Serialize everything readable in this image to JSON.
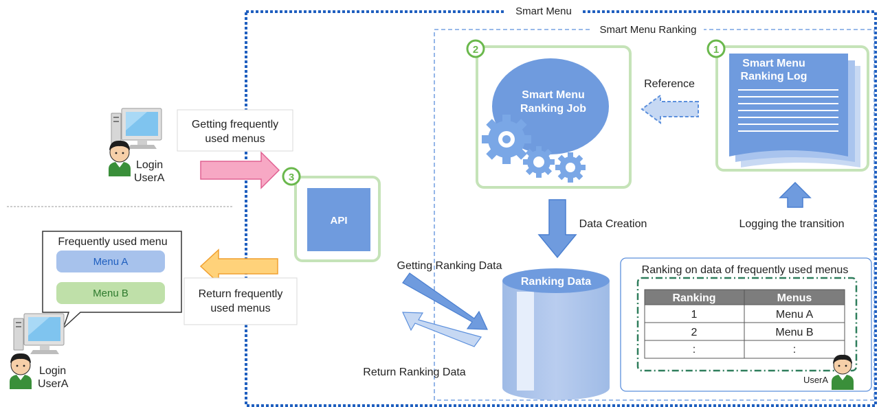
{
  "outer_box": {
    "title": "Smart Menu"
  },
  "ranking_box": {
    "title": "Smart Menu Ranking"
  },
  "steps": {
    "step1": {
      "number": "1"
    },
    "step2": {
      "number": "2"
    },
    "step3": {
      "number": "3"
    }
  },
  "job": {
    "line1": "Smart Menu",
    "line2": "Ranking Job"
  },
  "log": {
    "line1": "Smart Menu",
    "line2": "Ranking Log"
  },
  "arrows": {
    "reference": "Reference",
    "data_creation": "Data Creation",
    "logging": "Logging the transition",
    "getting_ranking": "Getting Ranking Data",
    "return_ranking": "Return Ranking Data"
  },
  "api": {
    "label": "API"
  },
  "database": {
    "label": "Ranking Data"
  },
  "request": {
    "line1": "Getting frequently",
    "line2": "used menus"
  },
  "response": {
    "line1": "Return frequently",
    "line2": "used menus"
  },
  "user_top": {
    "line1": "Login",
    "line2": "UserA"
  },
  "user_bottom": {
    "line1": "Login",
    "line2": "UserA"
  },
  "menu_popup": {
    "title": "Frequently used menu",
    "menu_a": "Menu A",
    "menu_b": "Menu B"
  },
  "ranking_panel": {
    "title": "Ranking on data of frequently used menus",
    "headers": [
      "Ranking",
      "Menus"
    ],
    "rows": [
      [
        "1",
        "Menu A"
      ],
      [
        "2",
        "Menu B"
      ],
      [
        ":",
        ":"
      ]
    ],
    "user": "UserA"
  },
  "colors": {
    "blue_dark": "#1f5fbf",
    "blue_fill": "#6f9bde",
    "green_frame": "#c5e3b8",
    "green_badge": "#6ab84c",
    "pink_arrow": "#f7a8c4",
    "orange_arrow": "#ffd27a"
  }
}
